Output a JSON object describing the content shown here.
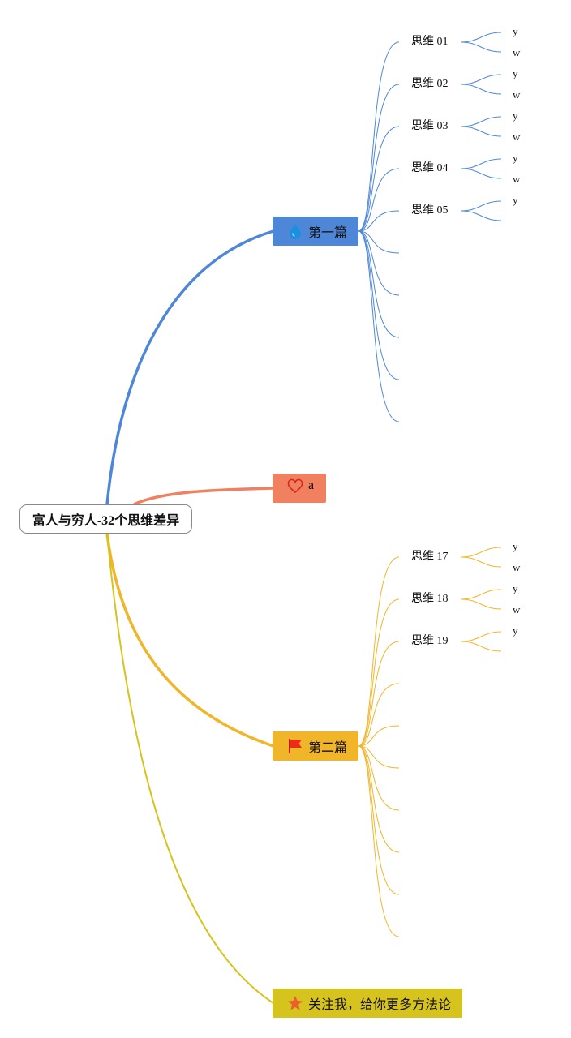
{
  "root": {
    "label": "富人与穷人-32个思维差异"
  },
  "branches": [
    {
      "label": "第一篇",
      "icon": "water-drop-icon",
      "color": "#4f87d8"
    },
    {
      "label": "a",
      "icon": "heart-icon",
      "color": "#f08060"
    },
    {
      "label": "第二篇",
      "icon": "red-flag-icon",
      "color": "#f1b52a"
    },
    {
      "label": "关注我，给你更多方法论",
      "icon": "star-icon",
      "color": "#d6c31e"
    }
  ],
  "part1": {
    "items": [
      {
        "label": "思维 01",
        "leaves": [
          "y",
          "w"
        ]
      },
      {
        "label": "思维 02",
        "leaves": [
          "y",
          "w"
        ]
      },
      {
        "label": "思维 03",
        "leaves": [
          "y",
          "w"
        ]
      },
      {
        "label": "思维 04",
        "leaves": [
          "y",
          "w"
        ]
      },
      {
        "label": "思维 05",
        "leaves": [
          "y"
        ]
      }
    ],
    "line_color": "#4f87d8"
  },
  "part2": {
    "items": [
      {
        "label": "思维 17",
        "leaves": [
          "y",
          "w"
        ]
      },
      {
        "label": "思维 18",
        "leaves": [
          "y",
          "w"
        ]
      },
      {
        "label": "思维 19",
        "leaves": [
          "y"
        ]
      }
    ],
    "line_color": "#f1b52a"
  }
}
